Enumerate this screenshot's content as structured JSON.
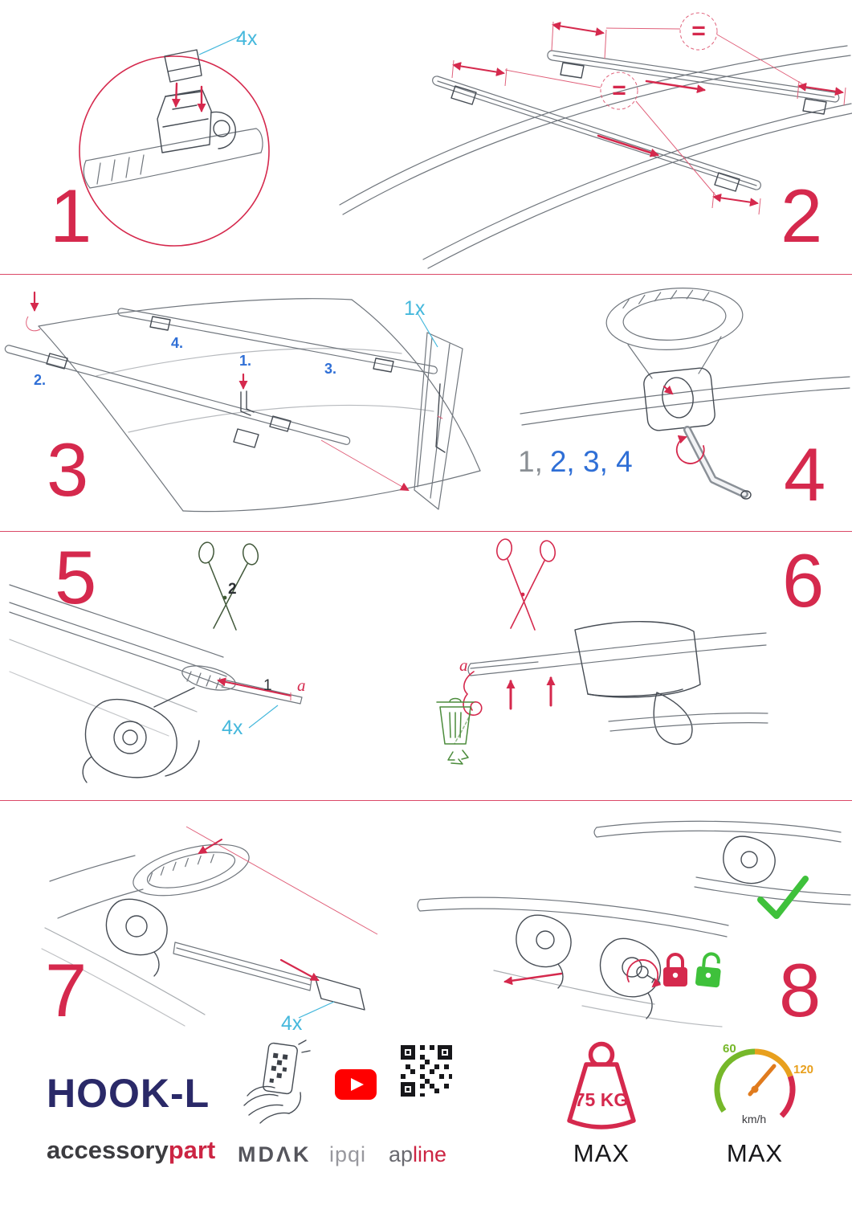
{
  "document": {
    "type": "roof-rack assembly instructions"
  },
  "colors": {
    "accent_red": "#d5294d",
    "label_blue": "#45b8dc",
    "sequence_blue": "#2f6fd6",
    "brand_navy": "#2a2968",
    "brand_red": "#cc2543",
    "ok_green": "#3fc13b",
    "gauge_green": "#76b82a",
    "gauge_orange": "#e8a01e"
  },
  "steps": {
    "s1": {
      "num": "1",
      "qty": "4x"
    },
    "s2": {
      "num": "2",
      "equal": "="
    },
    "s3": {
      "num": "3",
      "qty": "1x",
      "sub1": "1.",
      "sub2": "2.",
      "sub3": "3.",
      "sub4": "4."
    },
    "s4": {
      "num": "4",
      "seq_done": "1,",
      "seq_todo": "2, 3, 4"
    },
    "s5": {
      "num": "5",
      "qty": "4x",
      "cut_order": "2",
      "strip_num": "1",
      "strip_ref": "a"
    },
    "s6": {
      "num": "6",
      "strip_ref": "a"
    },
    "s7": {
      "num": "7",
      "qty": "4x"
    },
    "s8": {
      "num": "8"
    }
  },
  "footer": {
    "product_name": "HOOK-L",
    "brand_primary": "accessory",
    "brand_accent": "part",
    "partner_mdak": "MDΛK",
    "partner_ipqi": "ipqi",
    "partner_apline_a": "ap",
    "partner_apline_b": "line",
    "max_load": {
      "value": "75 KG",
      "label": "MAX"
    },
    "max_speed": {
      "low_tick": "60",
      "high_tick": "120",
      "unit": "km/h",
      "label": "MAX"
    }
  }
}
